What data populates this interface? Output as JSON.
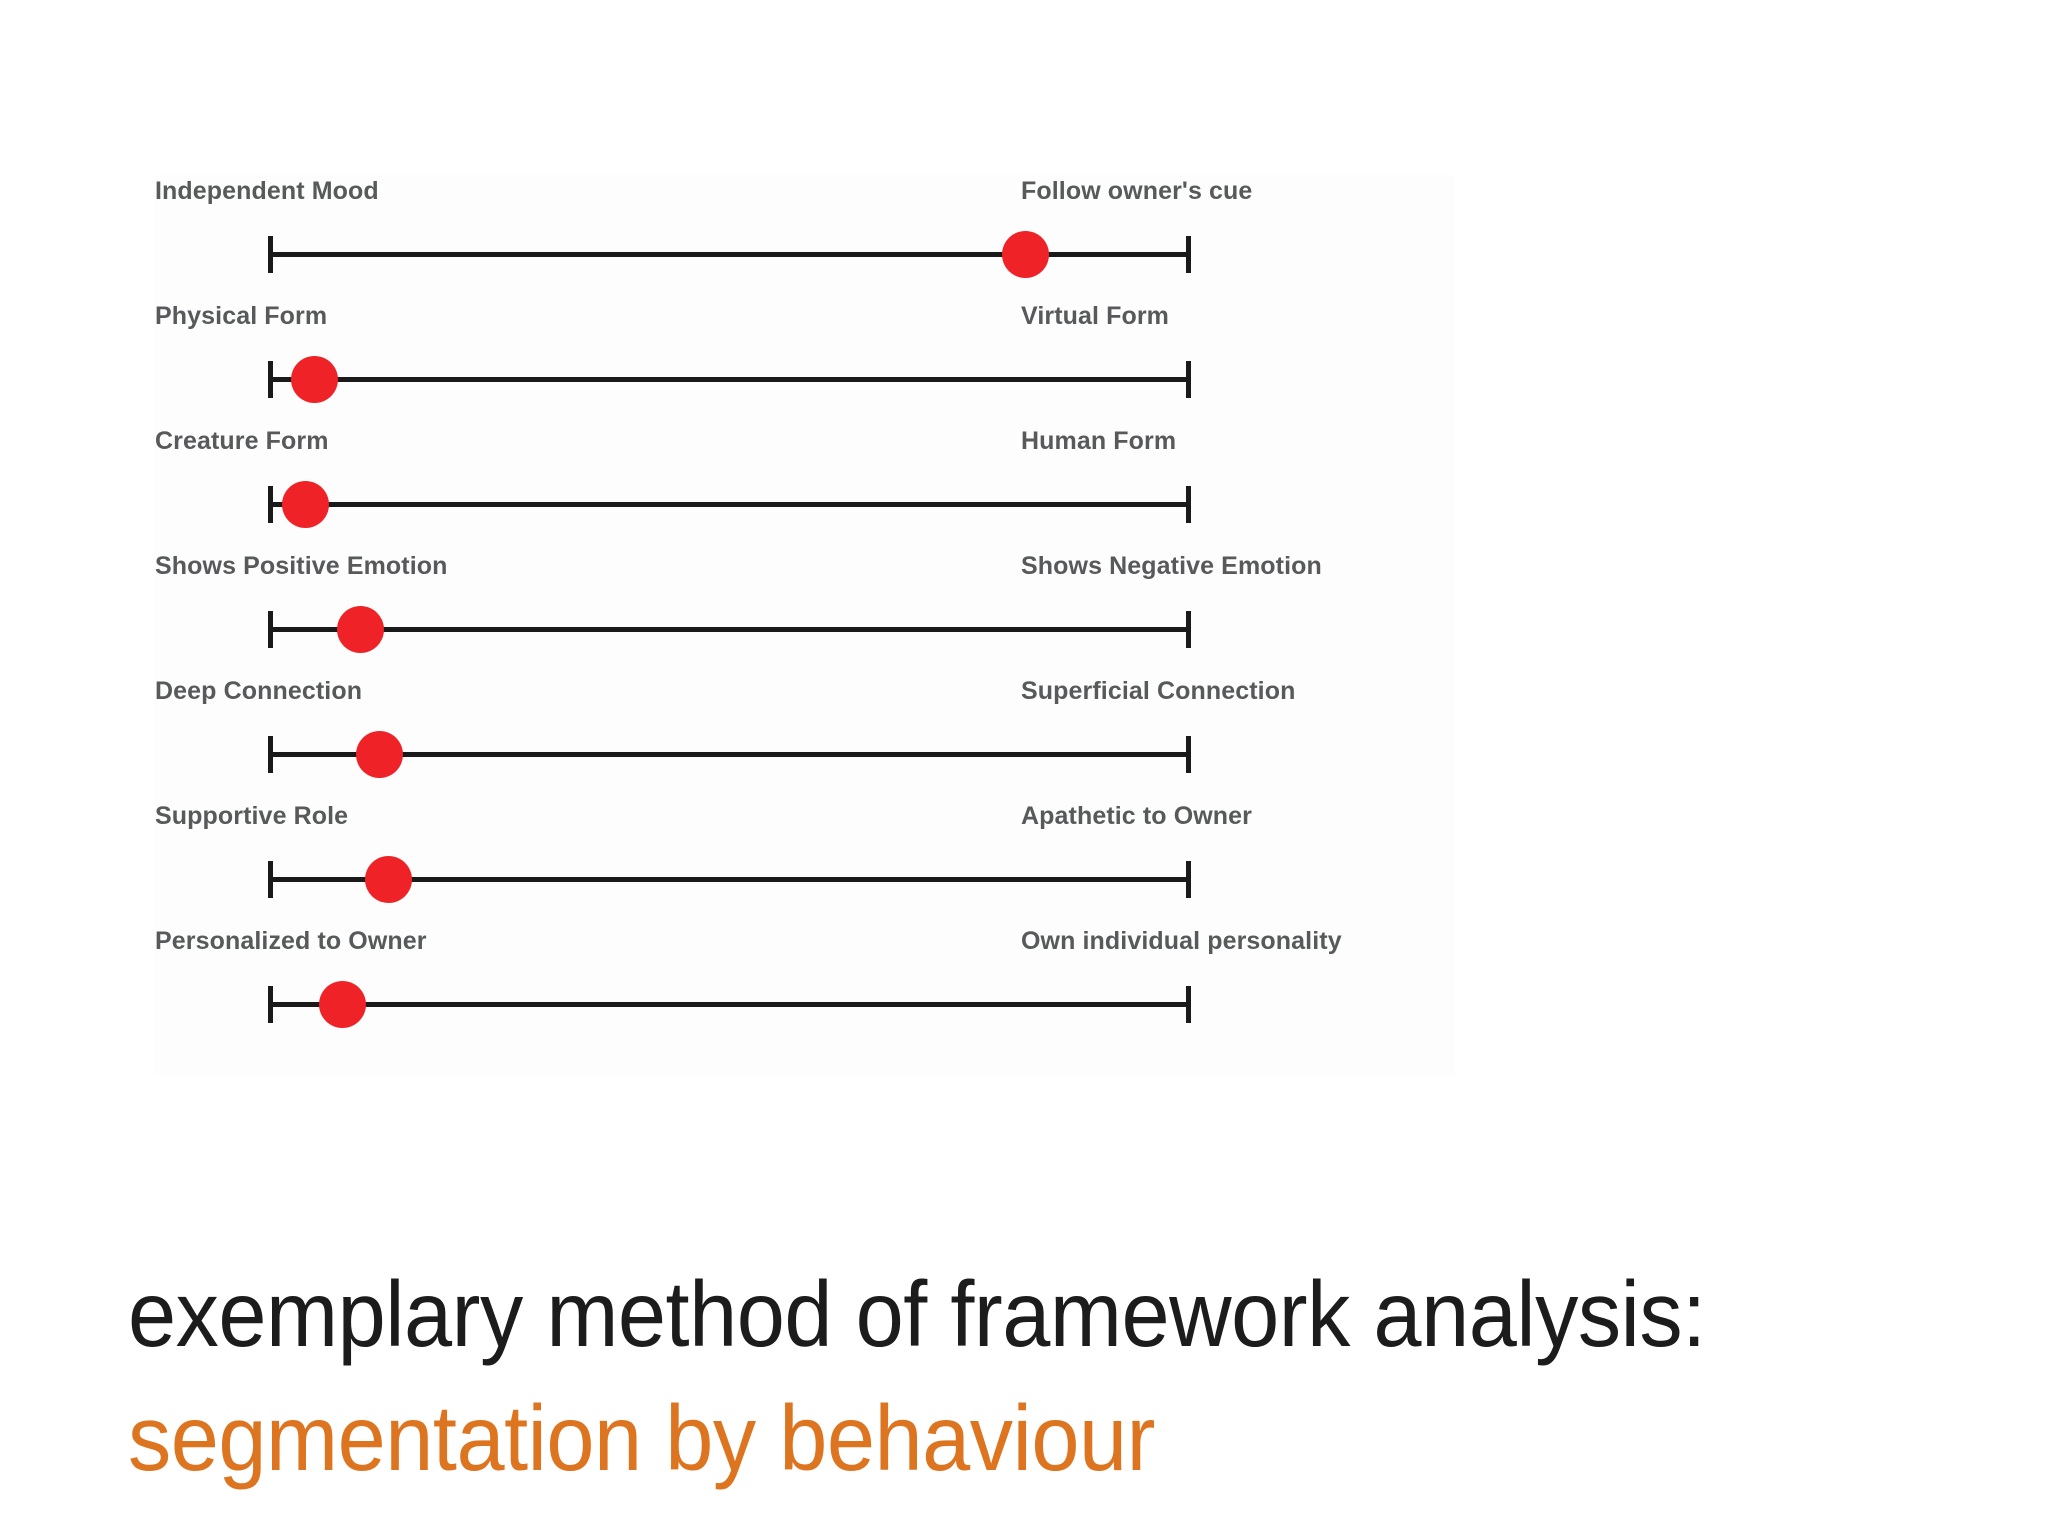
{
  "colors": {
    "marker": "#ee2227",
    "track": "#1a1a1a",
    "label_text": "#58595b",
    "caption_primary": "#1c1c1c",
    "caption_secondary": "#dd7420",
    "background": "#ffffff"
  },
  "diagram": {
    "name": "behaviour-segmentation-scales",
    "scales": [
      {
        "left_label": "Independent Mood",
        "right_label": "Follow owner's cue",
        "marker_percent": 82
      },
      {
        "left_label": "Physical Form",
        "right_label": "Virtual Form",
        "marker_percent": 5
      },
      {
        "left_label": "Creature Form",
        "right_label": "Human Form",
        "marker_percent": 4
      },
      {
        "left_label": "Shows Positive Emotion",
        "right_label": "Shows Negative Emotion",
        "marker_percent": 10
      },
      {
        "left_label": "Deep Connection",
        "right_label": "Superficial Connection",
        "marker_percent": 12
      },
      {
        "left_label": "Supportive Role",
        "right_label": "Apathetic to Owner",
        "marker_percent": 13
      },
      {
        "left_label": "Personalized to Owner",
        "right_label": "Own individual personality",
        "marker_percent": 8
      }
    ]
  },
  "caption": {
    "line1": "exemplary method of framework analysis:",
    "line2": "segmentation by behaviour"
  },
  "chart_data": {
    "type": "scatter",
    "title": "exemplary method of framework analysis: segmentation by behaviour",
    "xlabel": "",
    "ylabel": "",
    "xlim": [
      0,
      100
    ],
    "grid": false,
    "legend": "none",
    "categories": [
      "Independent Mood ↔ Follow owner's cue",
      "Physical Form ↔ Virtual Form",
      "Creature Form ↔ Human Form",
      "Shows Positive Emotion ↔ Shows Negative Emotion",
      "Deep Connection ↔ Superficial Connection",
      "Supportive Role ↔ Apathetic to Owner",
      "Personalized to Owner ↔ Own individual personality"
    ],
    "values": [
      82,
      5,
      4,
      10,
      12,
      13,
      8
    ],
    "annotations": [
      "Each horizontal axis is a bipolar semantic-differential scale with end caps.",
      "Red dot marks the rated position of the exemplar along each scale."
    ]
  }
}
